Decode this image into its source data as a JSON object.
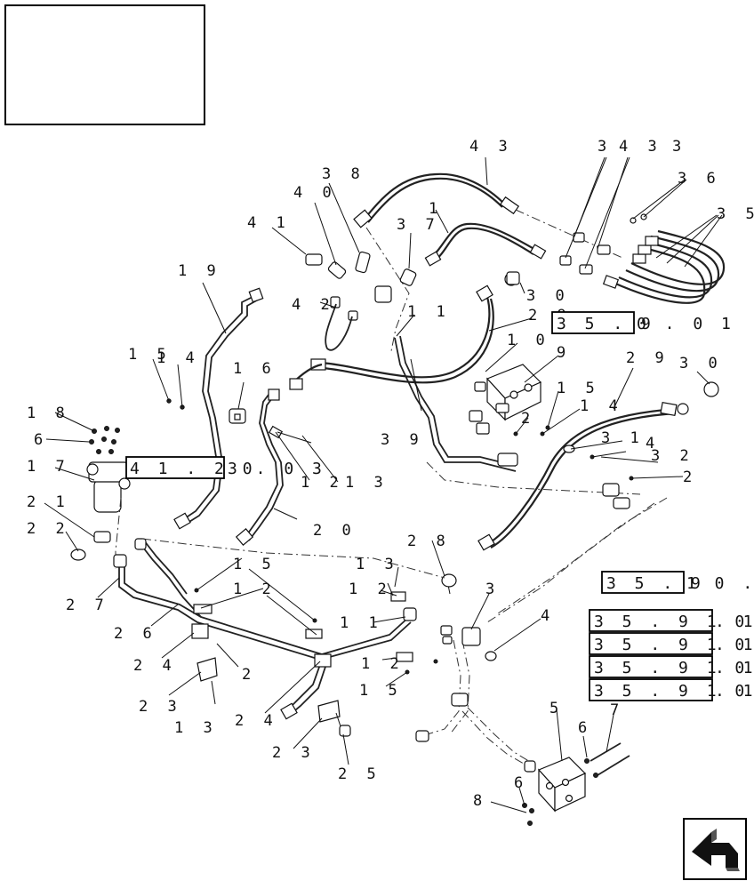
{
  "callouts": {
    "n43": "4 3",
    "n3a": "3",
    "n4_3": "4 3",
    "n3b": "3",
    "n36": "3 6",
    "n35": "3 5",
    "n38": "3 8",
    "n40": "4 0",
    "n41": "4 1",
    "n37": "3 7",
    "n1": "1",
    "n19": "1 9",
    "n42": "4 2",
    "n11a": "1 1",
    "n30a": "3 0",
    "n29a": "2 9",
    "n10": "1 0",
    "n9": "9",
    "n29b": "2 9",
    "n30b": "3 0",
    "n15a": "1 5",
    "n14a": "1 4",
    "n16": "1 6",
    "n18": "1 8",
    "n6a": "6",
    "n17": "1 7",
    "n15b": "1 5",
    "n14b": "1 4",
    "n2a": "2",
    "n39": "3 9",
    "n31": "3 1",
    "n4b": "4",
    "n32": "3 2",
    "n2b": "2",
    "n12a": "1 2",
    "n13a": "1 3",
    "n20": "2 0",
    "n21": "2 1",
    "n22": "2 2",
    "n28": "2 8",
    "n13b": "1 3",
    "n12b": "1 2",
    "n27": "2 7",
    "n15c": "1 5",
    "n12c": "1 2",
    "n26": "2 6",
    "n11b": "1 1",
    "n3c": "3",
    "n4c": "4",
    "n24a": "2 4",
    "n2c": "2",
    "n12d": "1 2",
    "n23a": "2 3",
    "n15d": "1 5",
    "n13c": "1 3",
    "n24b": "2 4",
    "n23b": "2 3",
    "n25": "2 5",
    "n5": "5",
    "n6b": "6",
    "n7": "7",
    "n6c": "6",
    "n8": "8"
  },
  "references": {
    "ref_a_box": "3 5 . 9",
    "ref_a_tail": "0 . 0 1",
    "ref_b_box": "4 1 . 2 0",
    "ref_b_tail": "3 . 0 3",
    "ref_c_box": "3 5 . 9",
    "ref_c_tail": "1 0 . 0",
    "ref_d_box": "3 5 . 9 1 0",
    "ref_d_tail": ". 1",
    "ref_e_box": "3 5 . 9 1 0",
    "ref_e_tail": ". 1",
    "ref_f_box": "3 5 . 9 1 0",
    "ref_f_tail": ". 1",
    "ref_g_box": "3 5 . 9 1 0",
    "ref_g_tail": ". 1"
  },
  "icons": {
    "title_block": "title-block-frame",
    "nav": "previous-page-arrow-icon"
  }
}
